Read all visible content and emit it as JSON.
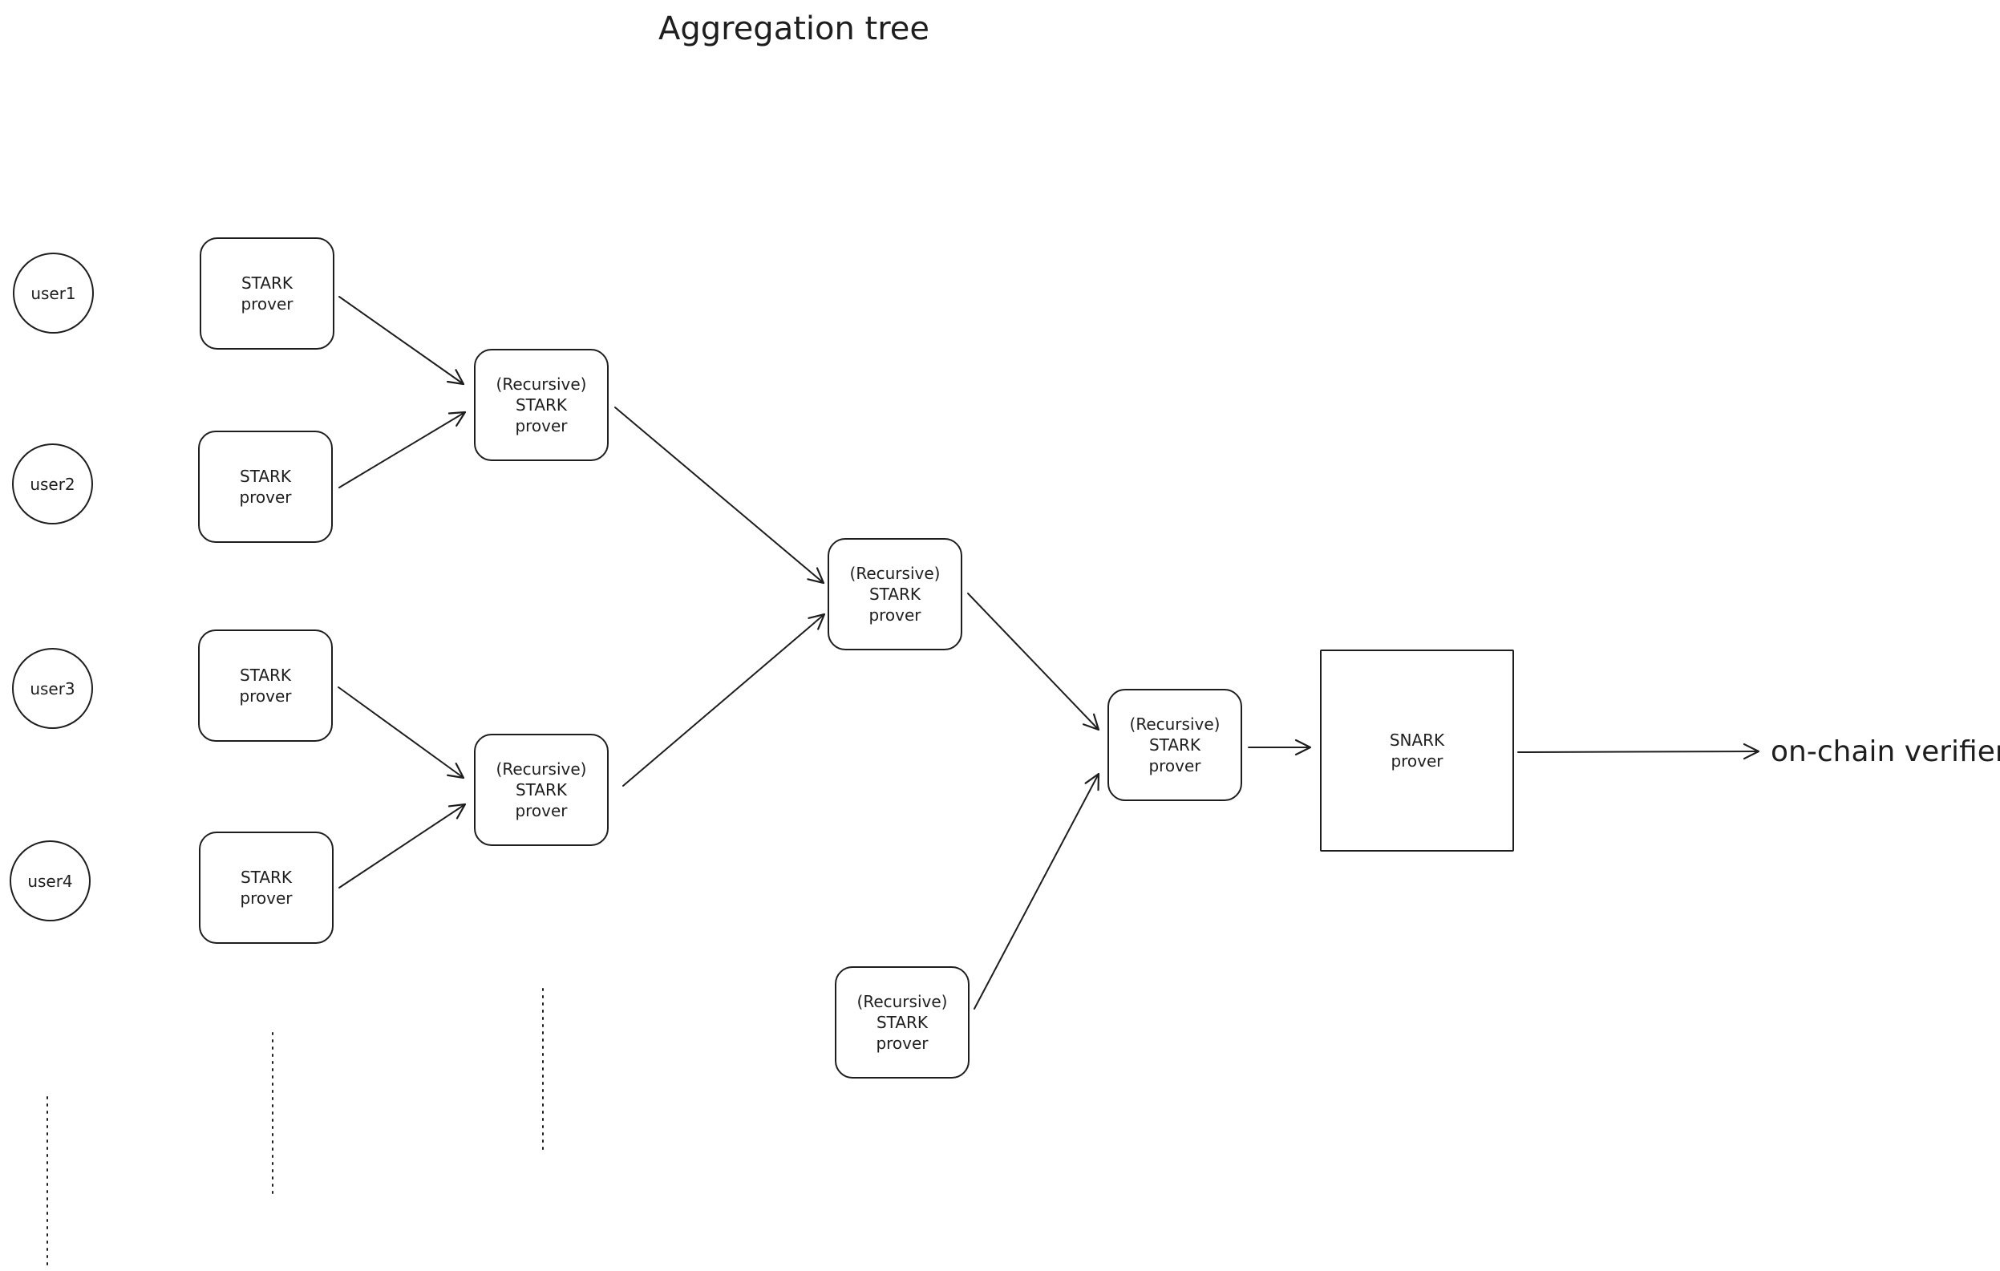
{
  "title": "Aggregation tree",
  "users": [
    "user1",
    "user2",
    "user3",
    "user4"
  ],
  "stark_prover": {
    "line1": "STARK",
    "line2": "prover"
  },
  "recursive_prover": {
    "line1": "(Recursive)",
    "line2": "STARK",
    "line3": "prover"
  },
  "snark_prover": {
    "line1": "SNARK",
    "line2": "prover"
  },
  "end_label": "on-chain verifier"
}
